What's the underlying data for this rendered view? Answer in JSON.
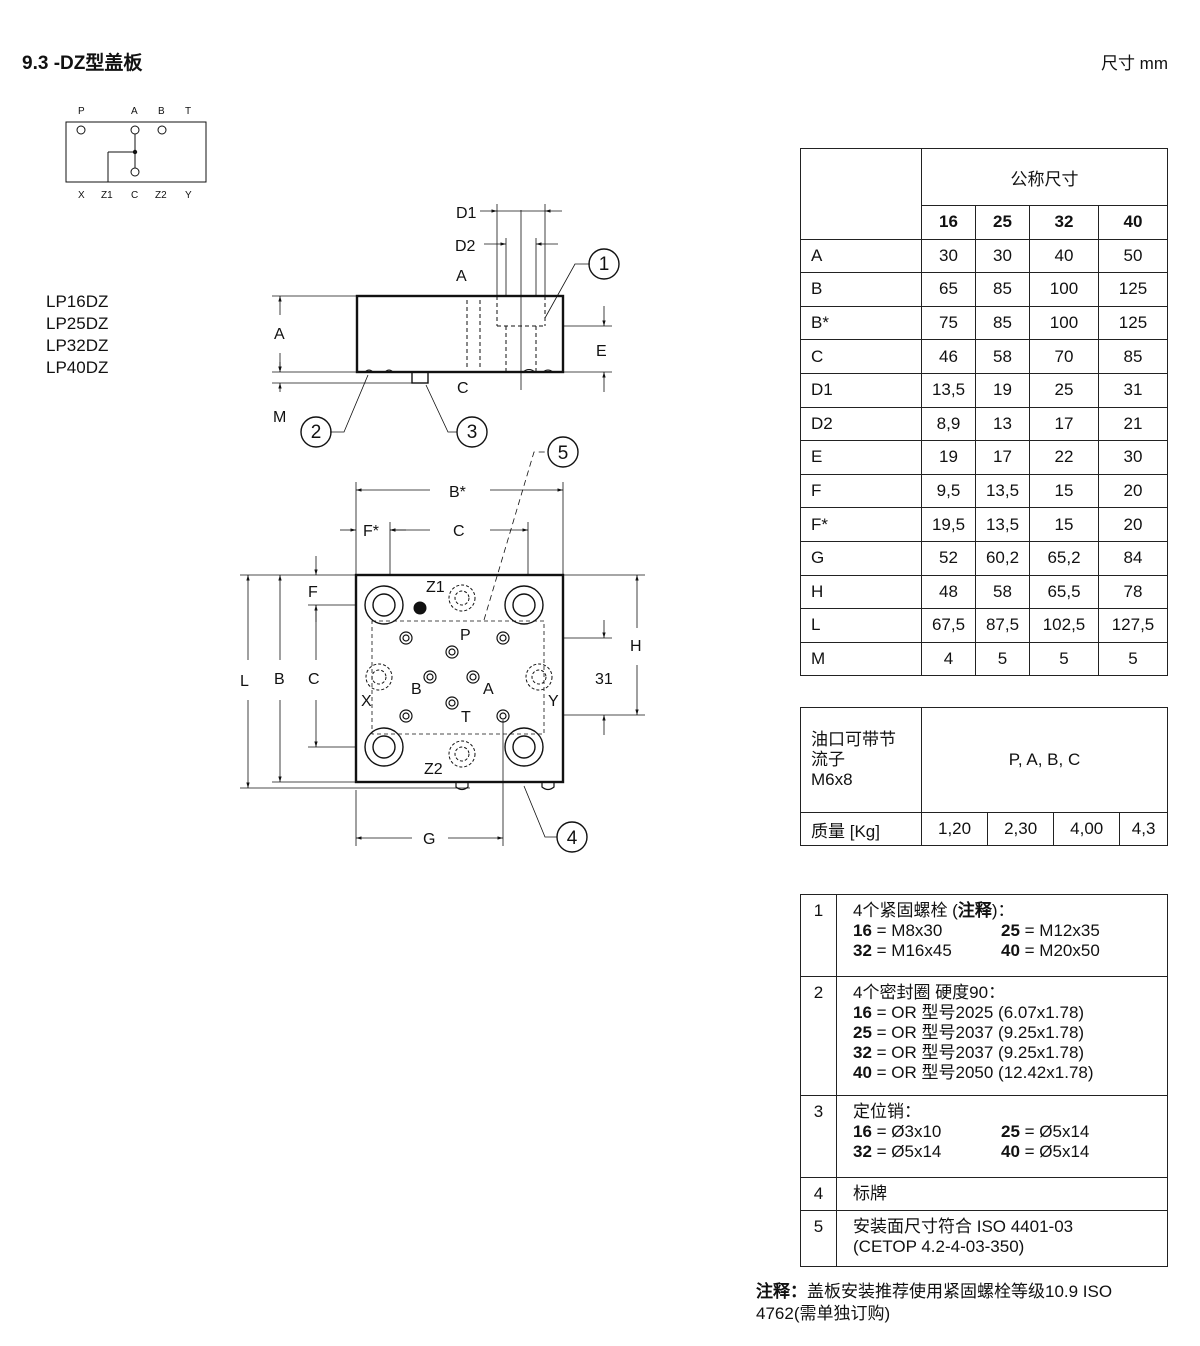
{
  "header": {
    "title": "9.3 -DZ型盖板",
    "unit": "尺寸  mm"
  },
  "models": [
    "LP16DZ",
    "LP25DZ",
    "LP32DZ",
    "LP40DZ"
  ],
  "drawing": {
    "symbol_top_labels": [
      "P",
      "A",
      "B",
      "T"
    ],
    "symbol_bottom_labels": [
      "X",
      "Z1",
      "C",
      "Z2",
      "Y"
    ],
    "side_labels": {
      "d1": "D1",
      "d2": "D2",
      "a_port": "A",
      "a": "A",
      "e": "E",
      "m": "M",
      "c": "C"
    },
    "plan_labels": {
      "b_star": "B*",
      "f_star": "F*",
      "c_top": "C",
      "f": "F",
      "l": "L",
      "b": "B",
      "c_left": "C",
      "h": "H",
      "d31": "31",
      "g": "G",
      "z1": "Z1",
      "z2": "Z2",
      "p": "P",
      "x": "X",
      "y": "Y",
      "b_port": "B",
      "a_port": "A",
      "t": "T"
    },
    "callouts": [
      "1",
      "2",
      "3",
      "4",
      "5"
    ]
  },
  "dim_table": {
    "header": "公称尺寸",
    "sizes": [
      "16",
      "25",
      "32",
      "40"
    ],
    "rows": [
      {
        "label": "A",
        "values": [
          "30",
          "30",
          "40",
          "50"
        ]
      },
      {
        "label": "B",
        "values": [
          "65",
          "85",
          "100",
          "125"
        ]
      },
      {
        "label": "B*",
        "values": [
          "75",
          "85",
          "100",
          "125"
        ]
      },
      {
        "label": "C",
        "values": [
          "46",
          "58",
          "70",
          "85"
        ]
      },
      {
        "label": "D1",
        "values": [
          "13,5",
          "19",
          "25",
          "31"
        ]
      },
      {
        "label": "D2",
        "values": [
          "8,9",
          "13",
          "17",
          "21"
        ]
      },
      {
        "label": "E",
        "values": [
          "19",
          "17",
          "22",
          "30"
        ]
      },
      {
        "label": "F",
        "values": [
          "9,5",
          "13,5",
          "15",
          "20"
        ]
      },
      {
        "label": "F*",
        "values": [
          "19,5",
          "13,5",
          "15",
          "20"
        ]
      },
      {
        "label": "G",
        "values": [
          "52",
          "60,2",
          "65,2",
          "84"
        ]
      },
      {
        "label": "H",
        "values": [
          "48",
          "58",
          "65,5",
          "78"
        ]
      },
      {
        "label": "L",
        "values": [
          "67,5",
          "87,5",
          "102,5",
          "127,5"
        ]
      },
      {
        "label": "M",
        "values": [
          "4",
          "5",
          "5",
          "5"
        ]
      }
    ]
  },
  "port_table": {
    "label_lines": [
      "油口可带节",
      "流子",
      "M6x8"
    ],
    "ports": "P, A, B, C",
    "mass_label": "质量 [Kg]",
    "mass_values": [
      "1,20",
      "2,30",
      "4,00",
      "4,3"
    ]
  },
  "notes": [
    {
      "num": "1",
      "title": "4个紧固螺栓 (",
      "title_bold": "注释",
      "title_end": ")：",
      "items": [
        {
          "k": "16",
          "v": " = M8x30"
        },
        {
          "k": "25",
          "v": " = M12x35"
        },
        {
          "k": "32",
          "v": " = M16x45"
        },
        {
          "k": "40",
          "v": " = M20x50"
        }
      ]
    },
    {
      "num": "2",
      "title": "4个密封圈 硬度90：",
      "lines": [
        {
          "k": "16",
          "v": " = OR 型号2025 (6.07x1.78)"
        },
        {
          "k": "25",
          "v": " = OR 型号2037 (9.25x1.78)"
        },
        {
          "k": "32",
          "v": " = OR 型号2037 (9.25x1.78)"
        },
        {
          "k": "40",
          "v": " = OR 型号2050 (12.42x1.78)"
        }
      ]
    },
    {
      "num": "3",
      "title": "定位销：",
      "items": [
        {
          "k": "16",
          "v": " = Ø3x10"
        },
        {
          "k": "25",
          "v": " = Ø5x14"
        },
        {
          "k": "32",
          "v": " = Ø5x14"
        },
        {
          "k": "40",
          "v": " = Ø5x14"
        }
      ]
    },
    {
      "num": "4",
      "title": "标牌"
    },
    {
      "num": "5",
      "title": "安装面尺寸符合 ISO 4401-03",
      "title2": "(CETOP 4.2-4-03-350)"
    }
  ],
  "footnote": {
    "bold": "注释：",
    "text": "盖板安装推荐使用紧固螺栓等级10.9 ISO 4762(需单独订购)"
  }
}
